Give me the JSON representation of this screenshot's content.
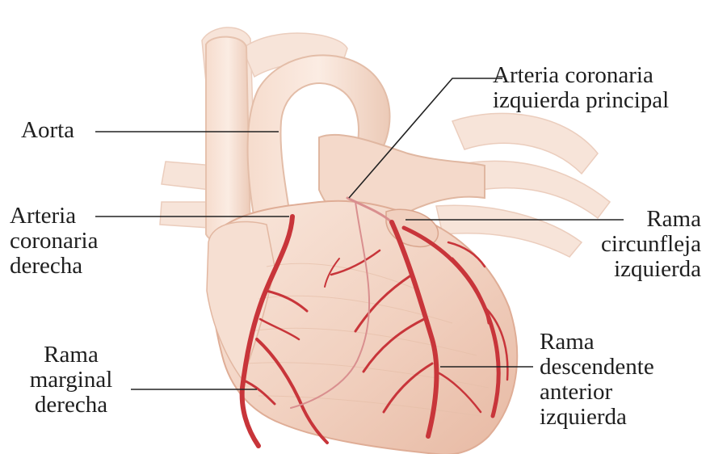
{
  "labels": {
    "aorta": "Aorta",
    "left_main": "Arteria coronaria\nizquierda principal",
    "right_coronary": "Arteria\ncoronaria\nderecha",
    "circumflex": "Rama\ncircunfleja\nizquierda",
    "right_marginal": "Rama\nmarginal\nderecha",
    "lad": "Rama\ndescendente\nanterior\nizquierda"
  },
  "colors": {
    "tissue_light": "#f8e3d7",
    "tissue_mid": "#efcbb8",
    "tissue_shadow": "#e2b19a",
    "artery": "#c8353a",
    "artery_dark": "#9a1f25",
    "leader_line": "#222222"
  }
}
